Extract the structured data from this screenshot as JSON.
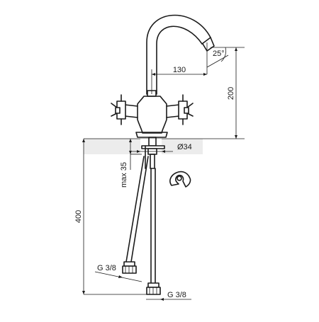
{
  "drawing": {
    "dimensions": {
      "spout_reach": "130",
      "spout_angle": "25°",
      "spout_height": "200",
      "hole_diameter": "Ø34",
      "max_deck_thickness": "max 35",
      "hose_length": "400",
      "left_hose_thread": "G 3/8",
      "right_hose_thread": "G 3/8"
    }
  }
}
